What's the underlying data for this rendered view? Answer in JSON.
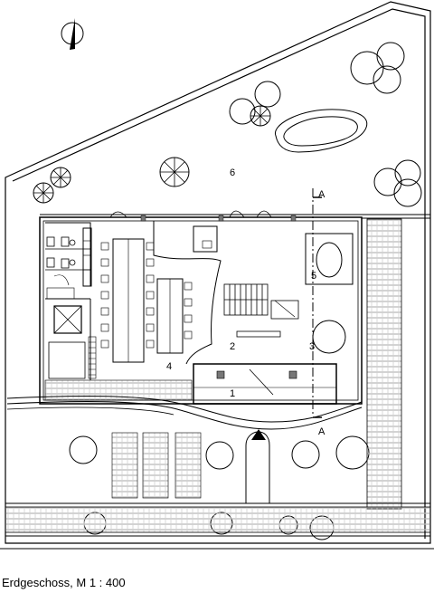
{
  "caption": "Erdgeschoss, M 1 : 400",
  "rooms": {
    "r1": "1",
    "r2": "2",
    "r3": "3",
    "r4": "4",
    "r5": "5",
    "r6": "6"
  },
  "section_marker": "A",
  "colors": {
    "line": "#000000",
    "background": "#ffffff",
    "hatch": "#bdbdbd"
  },
  "icons": [
    "north-arrow-icon",
    "entrance-arrow-icon",
    "section-marker-icon",
    "tree-icon",
    "car-park-icon",
    "stair-icon",
    "elevator-icon"
  ]
}
